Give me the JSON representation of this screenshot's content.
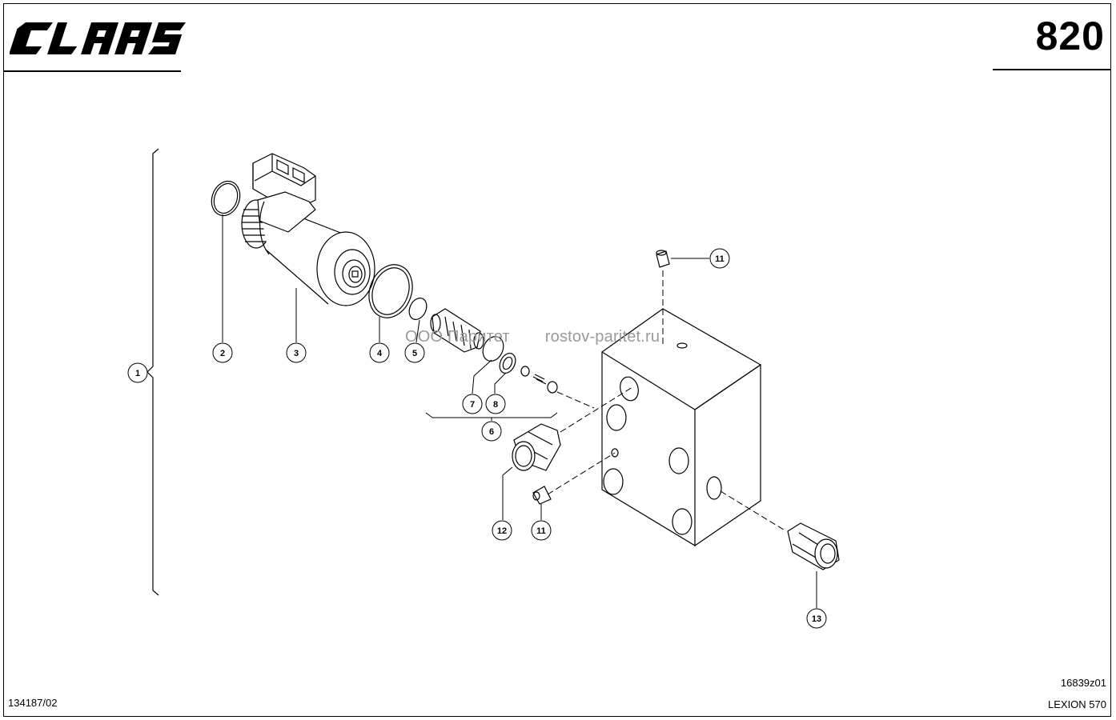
{
  "header": {
    "brand": "CLAAS",
    "page_number": "820"
  },
  "footer": {
    "drawing_number": "16839z01",
    "document_number": "134187/02",
    "model": "LEXION 570"
  },
  "watermark": {
    "company": "ООО Паритет",
    "site": "rostov-paritet.ru"
  },
  "callouts": [
    {
      "id": "1",
      "label": "1"
    },
    {
      "id": "2",
      "label": "2"
    },
    {
      "id": "3",
      "label": "3"
    },
    {
      "id": "4",
      "label": "4"
    },
    {
      "id": "5",
      "label": "5"
    },
    {
      "id": "6",
      "label": "6"
    },
    {
      "id": "7",
      "label": "7"
    },
    {
      "id": "8",
      "label": "8"
    },
    {
      "id": "11a",
      "label": "11"
    },
    {
      "id": "11b",
      "label": "11"
    },
    {
      "id": "12",
      "label": "12"
    },
    {
      "id": "13",
      "label": "13"
    }
  ]
}
